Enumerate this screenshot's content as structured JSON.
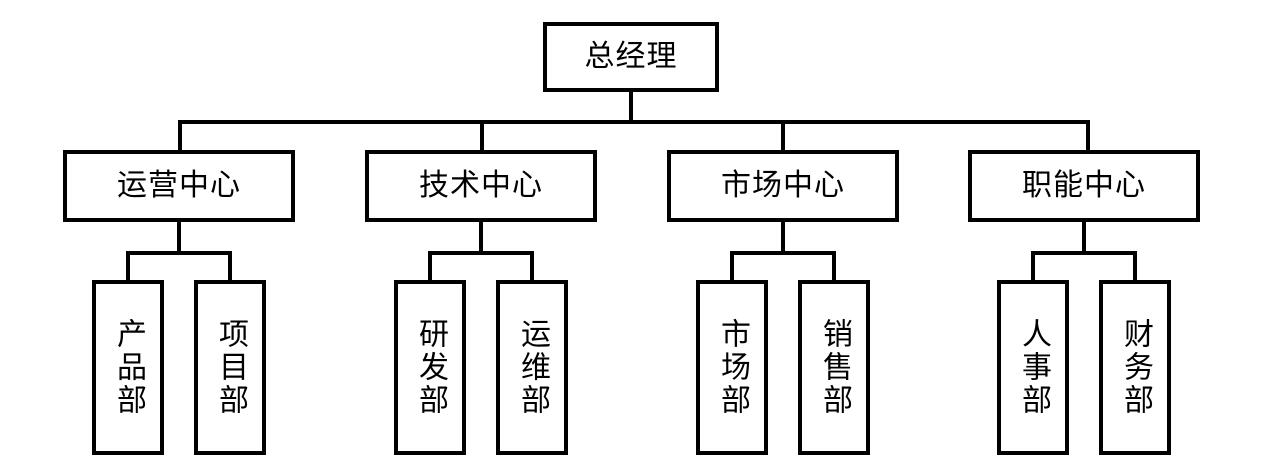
{
  "diagram": {
    "type": "org-chart",
    "title": "",
    "orientation": "top-down",
    "line_color": "#000000",
    "box_border_color": "#000000",
    "box_fill_color": "#ffffff",
    "background_color": "#ffffff",
    "levels": 3
  },
  "root": {
    "label": "总经理",
    "text_direction": "horizontal"
  },
  "centers": [
    {
      "label": "运营中心",
      "text_direction": "horizontal",
      "departments": [
        {
          "label": "产品部",
          "text_direction": "vertical"
        },
        {
          "label": "项目部",
          "text_direction": "vertical"
        }
      ]
    },
    {
      "label": "技术中心",
      "text_direction": "horizontal",
      "departments": [
        {
          "label": "研发部",
          "text_direction": "vertical"
        },
        {
          "label": "运维部",
          "text_direction": "vertical"
        }
      ]
    },
    {
      "label": "市场中心",
      "text_direction": "horizontal",
      "departments": [
        {
          "label": "市场部",
          "text_direction": "vertical"
        },
        {
          "label": "销售部",
          "text_direction": "vertical"
        }
      ]
    },
    {
      "label": "职能中心",
      "text_direction": "horizontal",
      "departments": [
        {
          "label": "人事部",
          "text_direction": "vertical"
        },
        {
          "label": "财务部",
          "text_direction": "vertical"
        }
      ]
    }
  ]
}
